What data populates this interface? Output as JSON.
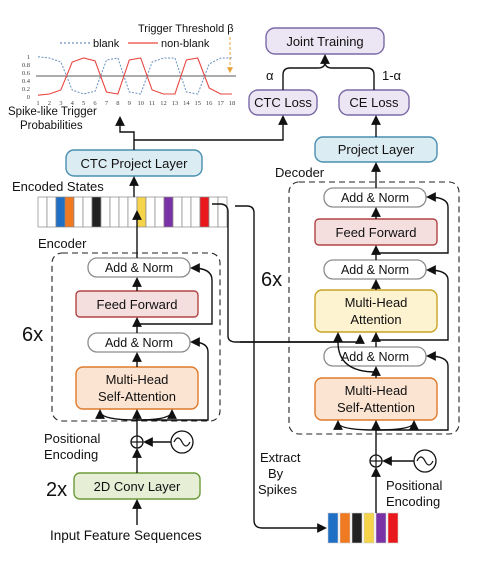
{
  "legend": {
    "blank": "blank",
    "non_blank": "non-blank",
    "trigger_threshold": "Trigger Threshold β"
  },
  "spike_chart": {
    "caption_line1": "Spike-like Trigger",
    "caption_line2": "Probabilities",
    "y_ticks": [
      "1",
      "0.8",
      "0.6",
      "0.4",
      "0.2",
      "0"
    ],
    "x_ticks": [
      "1",
      "2",
      "3",
      "4",
      "5",
      "6",
      "7",
      "8",
      "9",
      "10",
      "11",
      "12",
      "13",
      "14",
      "15",
      "16",
      "17",
      "18"
    ],
    "threshold": 0.5,
    "non_blank": [
      0.02,
      0.05,
      0.15,
      0.85,
      0.95,
      0.88,
      0.1,
      0.05,
      0.9,
      0.95,
      0.15,
      0.05,
      0.05,
      0.9,
      0.95,
      0.2,
      0.05,
      0.05
    ],
    "blank": [
      0.98,
      0.95,
      0.85,
      0.15,
      0.05,
      0.12,
      0.9,
      0.95,
      0.1,
      0.05,
      0.85,
      0.95,
      0.95,
      0.1,
      0.05,
      0.8,
      0.95,
      0.95
    ],
    "colors": {
      "blank": "#6a8fbf",
      "non_blank": "#e8463f",
      "threshold": "#e8a23a"
    }
  },
  "blocks": {
    "joint_training": "Joint Training",
    "alpha": "α",
    "one_minus_alpha": "1-α",
    "ctc_loss": "CTC Loss",
    "ce_loss": "CE Loss",
    "ctc_project": "CTC Project Layer",
    "project": "Project Layer",
    "encoded_states": "Encoded States",
    "decoder": "Decoder",
    "encoder": "Encoder",
    "add_norm": "Add & Norm",
    "feed_forward": "Feed Forward",
    "mha_line1": "Multi-Head",
    "attention": "Attention",
    "self_attention": "Self-Attention",
    "enc_repeat": "6x",
    "dec_repeat": "6x",
    "conv_repeat": "2x",
    "conv": "2D Conv Layer",
    "positional": "Positional",
    "encoding": "Encoding",
    "extract": "Extract",
    "by": "By",
    "spikes": "Spikes",
    "input": "Input Feature Sequences"
  },
  "colors": {
    "loss_fill": "#ece6f4",
    "loss_stroke": "#7a6aa6",
    "project_fill": "#dcecf3",
    "project_stroke": "#4a8fb0",
    "addnorm_stroke": "#8c8c8c",
    "ff_fill": "#f4dede",
    "ff_stroke": "#b04444",
    "attn_fill": "#fbe4d2",
    "attn_stroke": "#e07a2a",
    "mha_fill": "#fdf3d0",
    "mha_stroke": "#c9a324",
    "conv_fill": "#e6efd6",
    "conv_stroke": "#6d9a3a"
  },
  "encoded_cells": [
    "#ffffff",
    "#ffffff",
    "#1f6fc4",
    "#f07a21",
    "#ffffff",
    "#ffffff",
    "#222222",
    "#ffffff",
    "#ffffff",
    "#ffffff",
    "#ffffff",
    "#f5d34a",
    "#ffffff",
    "#ffffff",
    "#7a33a6",
    "#ffffff",
    "#ffffff",
    "#ffffff",
    "#e8181c",
    "#ffffff",
    "#ffffff"
  ],
  "spike_cells": [
    "#1f6fc4",
    "#f07a21",
    "#222222",
    "#f5d34a",
    "#7a33a6",
    "#e8181c"
  ]
}
